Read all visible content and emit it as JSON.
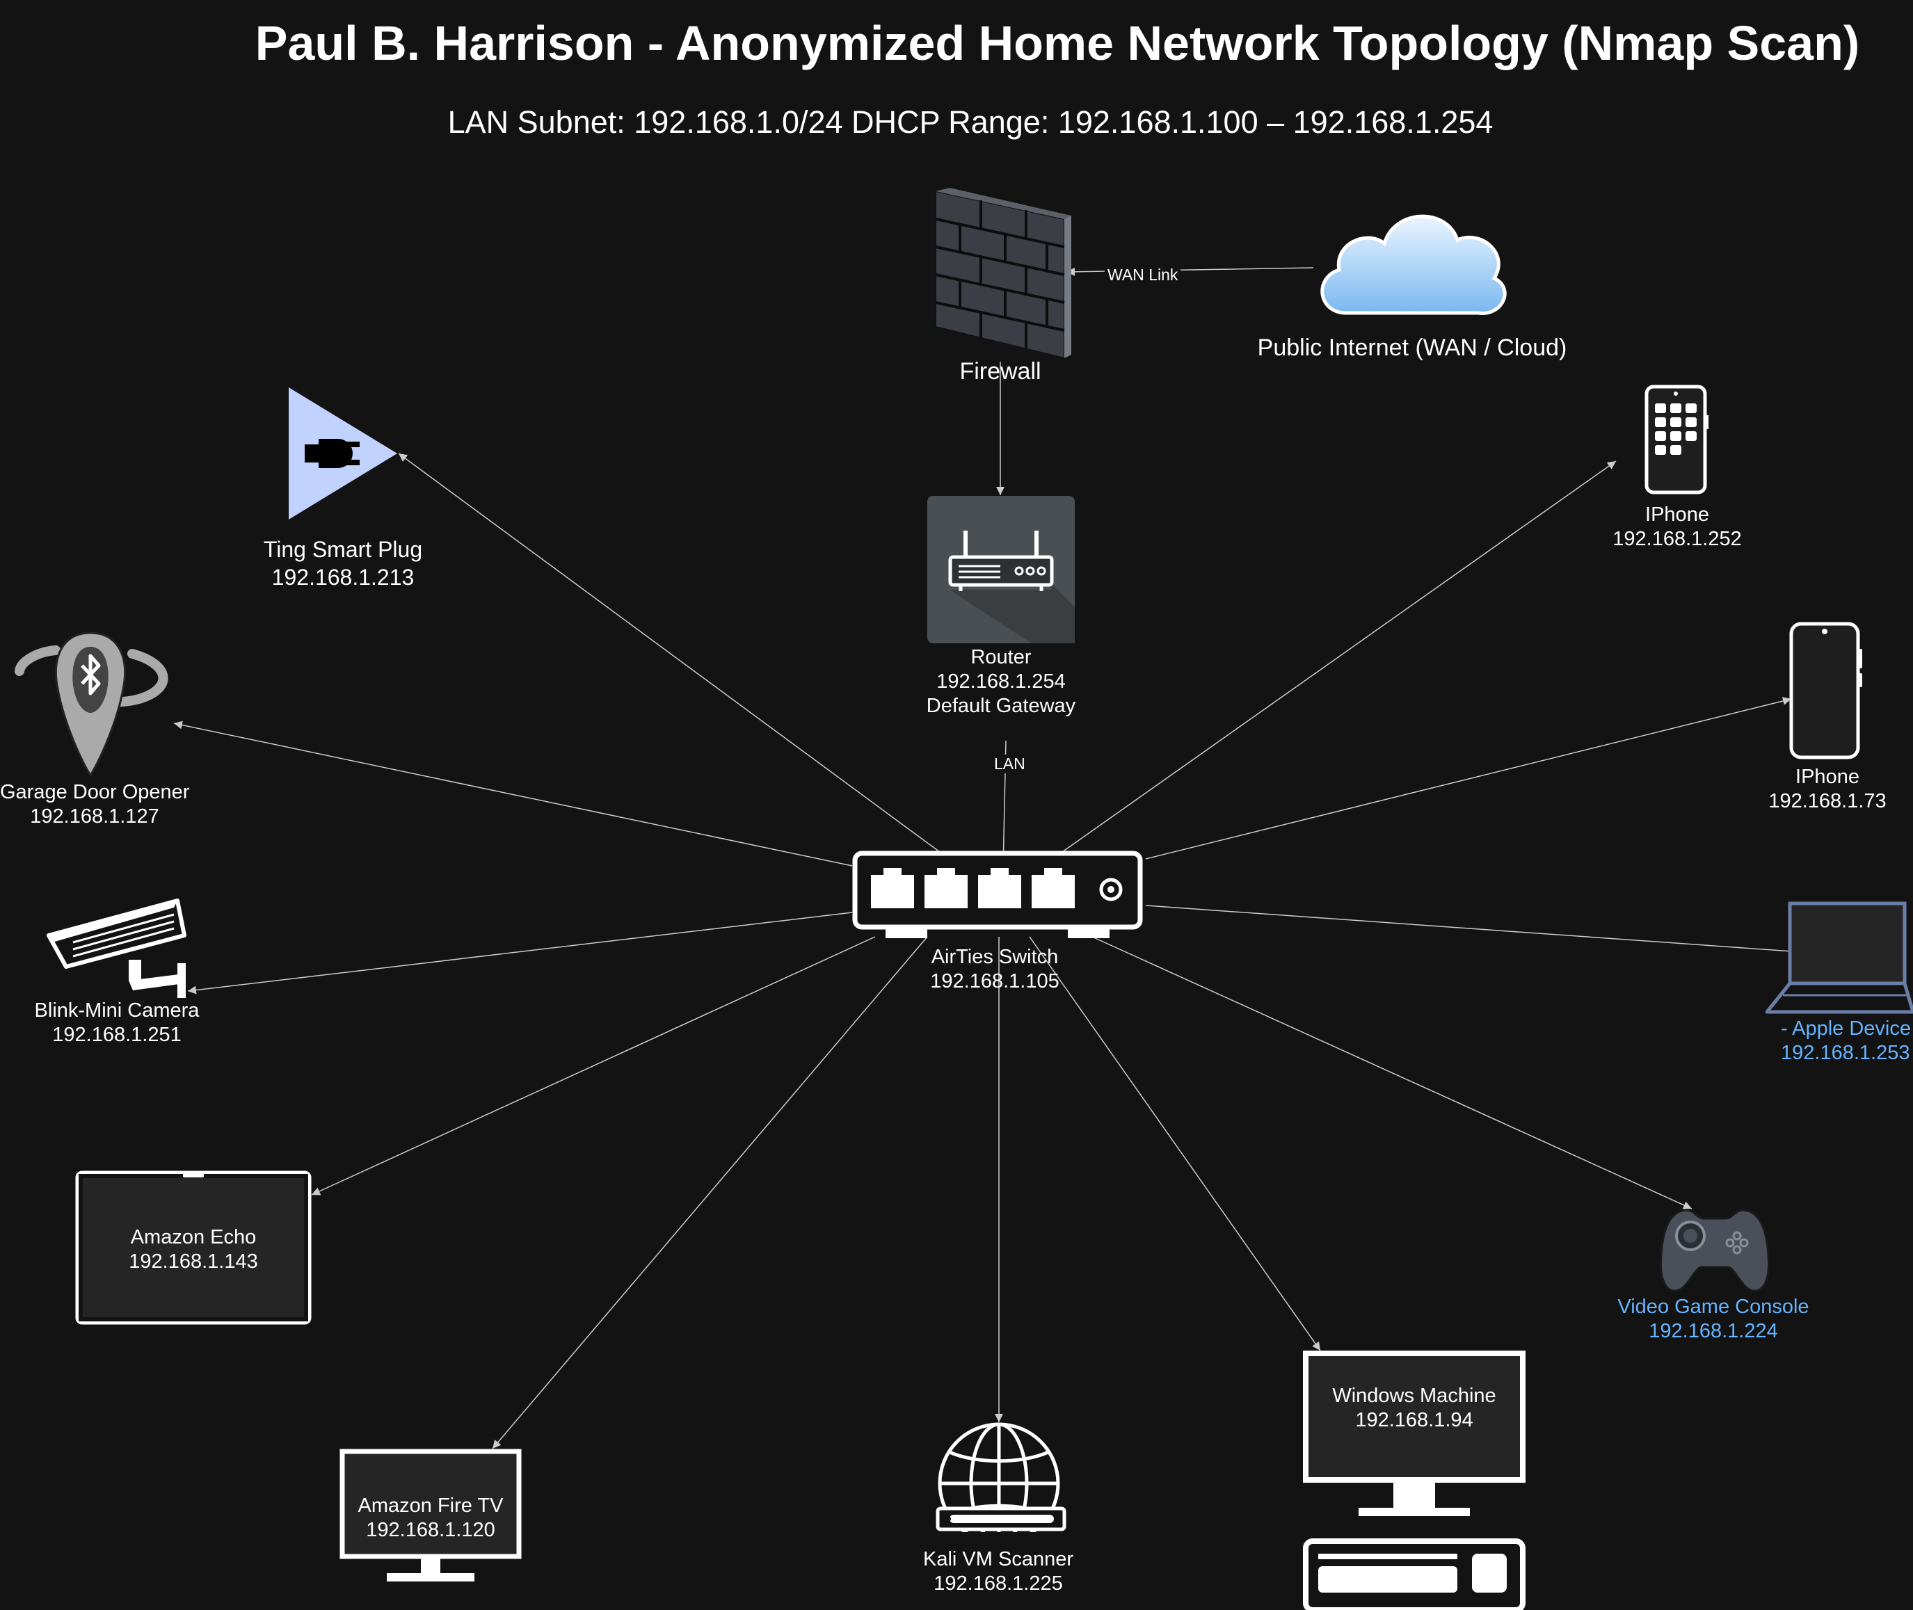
{
  "title": "Paul B. Harrison - Anonymized Home Network Topology (Nmap Scan)",
  "subtitle": "LAN Subnet: 192.168.1.0/24 DHCP Range: 192.168.1.100 – 192.168.1.254",
  "colors": {
    "background": "#131313",
    "text": "#ffffff",
    "accent_blue_text": "#66b3ff",
    "edge": "#cccccc",
    "router_box": "#4a4f53",
    "smart_plug_fill": "#c2d2ff",
    "cloud_fill": "#9fd0ff"
  },
  "nodes": {
    "firewall": {
      "name": "Firewall",
      "icon": "brick-wall-icon"
    },
    "internet": {
      "name": "Public Internet (WAN / Cloud)",
      "icon": "cloud-icon"
    },
    "router": {
      "name": "Router",
      "ip": "192.168.1.254",
      "role": "Default Gateway",
      "icon": "router-icon"
    },
    "switch": {
      "name": "AirTies Switch",
      "ip": "192.168.1.105",
      "icon": "network-switch-icon"
    },
    "smart_plug": {
      "name": "Ting Smart Plug",
      "ip": "192.168.1.213",
      "icon": "plug-icon"
    },
    "garage": {
      "name": "Garage Door Opener",
      "ip": "192.168.1.127",
      "icon": "bluetooth-fob-icon"
    },
    "camera": {
      "name": "Blink-Mini Camera",
      "ip": "192.168.1.251",
      "icon": "security-camera-icon"
    },
    "echo": {
      "name": "Amazon Echo",
      "ip": "192.168.1.143",
      "icon": "tablet-icon"
    },
    "firetv": {
      "name": "Amazon Fire TV",
      "ip": "192.168.1.120",
      "icon": "monitor-icon"
    },
    "kali": {
      "name": "Kali VM Scanner",
      "ip": "192.168.1.225",
      "icon": "globe-server-icon"
    },
    "windows": {
      "name": "Windows Machine",
      "ip": "192.168.1.94",
      "icon": "desktop-computer-icon"
    },
    "console": {
      "name": "Video Game Console",
      "ip": "192.168.1.224",
      "icon": "gamepad-icon"
    },
    "apple": {
      "name": "- Apple Device",
      "ip": "192.168.1.253",
      "icon": "laptop-icon"
    },
    "iphone2": {
      "name": "IPhone",
      "ip": "192.168.1.73",
      "icon": "smartphone-icon"
    },
    "iphone1": {
      "name": "IPhone",
      "ip": "192.168.1.252",
      "icon": "keypad-phone-icon"
    }
  },
  "edges": [
    {
      "from": "internet",
      "to": "firewall",
      "label": "WAN Link"
    },
    {
      "from": "firewall",
      "to": "router",
      "label": ""
    },
    {
      "from": "router",
      "to": "switch",
      "label": "LAN"
    },
    {
      "from": "switch",
      "to": "smart_plug",
      "label": ""
    },
    {
      "from": "switch",
      "to": "garage",
      "label": ""
    },
    {
      "from": "switch",
      "to": "camera",
      "label": ""
    },
    {
      "from": "switch",
      "to": "echo",
      "label": ""
    },
    {
      "from": "switch",
      "to": "firetv",
      "label": ""
    },
    {
      "from": "switch",
      "to": "kali",
      "label": ""
    },
    {
      "from": "switch",
      "to": "windows",
      "label": ""
    },
    {
      "from": "switch",
      "to": "console",
      "label": ""
    },
    {
      "from": "switch",
      "to": "apple",
      "label": ""
    },
    {
      "from": "switch",
      "to": "iphone2",
      "label": ""
    },
    {
      "from": "switch",
      "to": "iphone1",
      "label": ""
    }
  ]
}
